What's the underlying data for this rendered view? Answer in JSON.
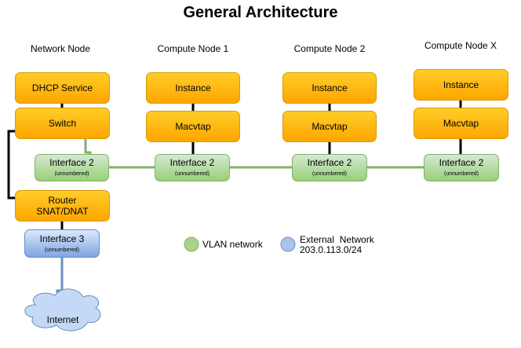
{
  "title": "General Architecture",
  "nodes": {
    "network": {
      "label": "Network Node",
      "dhcp": "DHCP Service",
      "switch": "Switch",
      "iface2": "Interface 2",
      "iface2_sub": "(unnumbered)",
      "router_line1": "Router",
      "router_line2": "SNAT/DNAT",
      "iface3": "Interface 3",
      "iface3_sub": "(unnumbered)"
    },
    "compute1": {
      "label": "Compute Node 1",
      "instance": "Instance",
      "macvtap": "Macvtap",
      "iface": "Interface 2",
      "iface_sub": "(unnumbered)"
    },
    "compute2": {
      "label": "Compute Node 2",
      "instance": "Instance",
      "macvtap": "Macvtap",
      "iface": "Interface 2",
      "iface_sub": "(unnumbered)"
    },
    "computeX": {
      "label": "Compute Node X",
      "instance": "Instance",
      "macvtap": "Macvtap",
      "iface": "Interface 2",
      "iface_sub": "(unnumbered)"
    }
  },
  "internet": "Internet",
  "legend": {
    "vlan": "VLAN network",
    "external_line1": "External  Network",
    "external_line2": "203.0.113.0/24"
  },
  "colors": {
    "vlan": "#82b366",
    "external": "#6c8ebf",
    "component": "#ffa500",
    "node": "#ffd966"
  }
}
